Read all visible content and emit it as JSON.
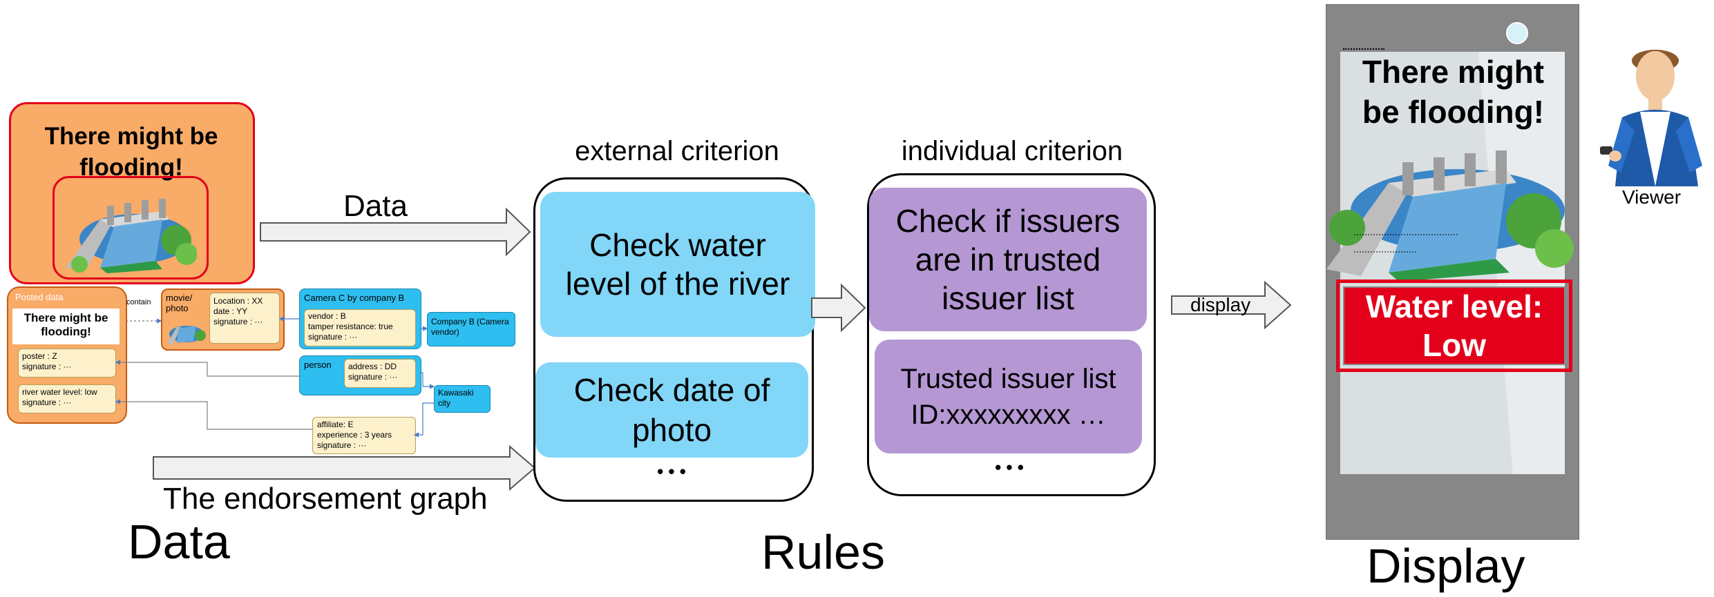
{
  "labels": {
    "data_arrow": "Data",
    "endorsement_graph": "The endorsement graph",
    "section_data": "Data",
    "section_rules": "Rules",
    "section_display": "Display",
    "display_arrow": "display",
    "viewer": "Viewer"
  },
  "post": {
    "title": "There might be flooding!"
  },
  "graph": {
    "posted_data_label": "Posted data",
    "post_text": "There might be flooding!",
    "poster_fields": [
      "poster : Z",
      "signature : ···"
    ],
    "river_fields": [
      "river water level: low",
      "signature : ···"
    ],
    "contain_label": "contain",
    "movie_label": "movie/ photo",
    "location_fields": [
      "Location : XX",
      "date : YY",
      "signature : ···"
    ],
    "camera_title": "Camera C by company B",
    "camera_fields": [
      "vendor : B",
      "tamper resistance: true",
      "signature : ···"
    ],
    "company_label": "Company B (Camera vendor)",
    "person_label": "person",
    "person_fields": [
      "address : DD",
      "signature : ···"
    ],
    "city_label": "Kawasaki city",
    "affiliate_fields": [
      "affiliate: E",
      "experience : 3 years",
      "signature : ···"
    ]
  },
  "rules": {
    "external_title": "external criterion",
    "external_items": [
      "Check water level of the river",
      "Check date of photo"
    ],
    "external_more": "•   •   •",
    "individual_title": "individual criterion",
    "individual_items": [
      "Check if issuers are in  trusted issuer list",
      "Trusted issuer list ID:xxxxxxxxx …"
    ],
    "individual_more": "•   •   •"
  },
  "display": {
    "headline": "There might be flooding!",
    "water_level": "Water level: Low"
  },
  "colors": {
    "orange": "#f9ab68",
    "red": "#e3001b",
    "blue_box": "#82d6f7",
    "purple_box": "#b597d3",
    "graph_blue": "#2ebef0",
    "graph_cream": "#fdf1cc",
    "device_gray": "#878787"
  }
}
